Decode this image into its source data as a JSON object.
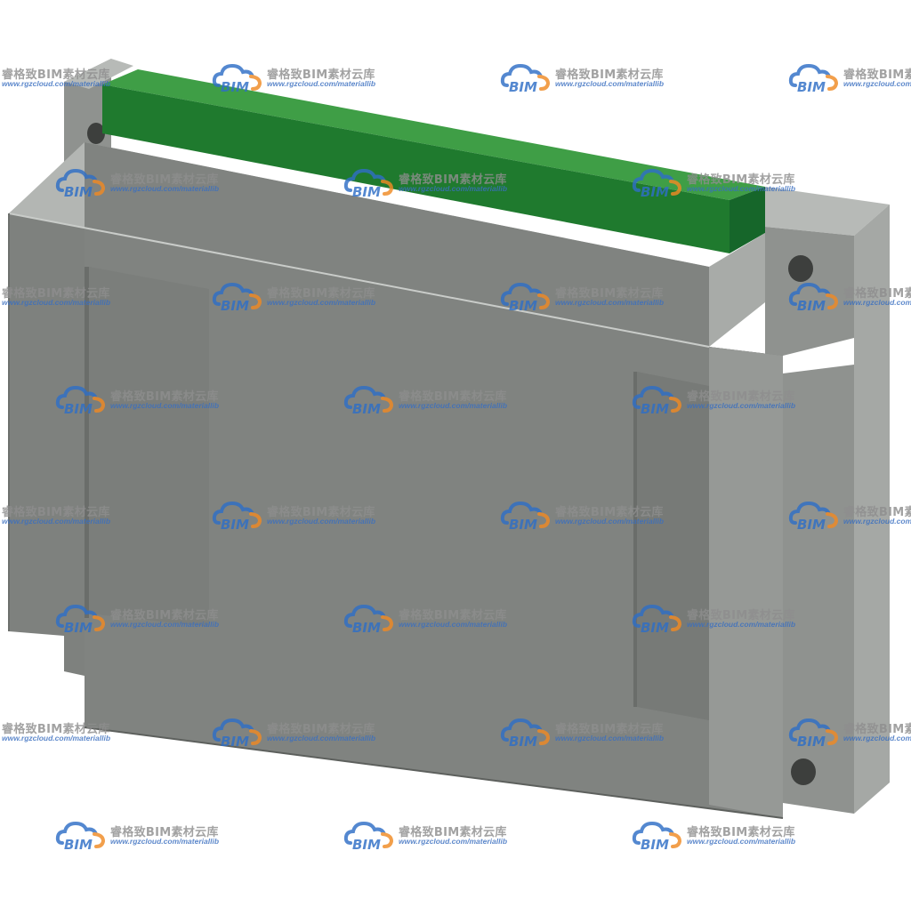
{
  "watermark": {
    "brand": "睿格致BIM素材云库",
    "url": "www.rgzcloud.com/materiallib",
    "logo_text": "BIM"
  },
  "colors": {
    "body_front": "#7e817e",
    "body_side": "#9da09d",
    "body_top": "#b3b6b3",
    "green_strip": "#1f7a2e",
    "green_strip_top": "#3f9e46",
    "dark_cavity": "#3a3f48",
    "watermark_logo": "#2f6fc6",
    "watermark_accent": "#f08a24"
  },
  "object": {
    "name": "gray-device-module-3d-render",
    "mounting_holes": 3
  }
}
